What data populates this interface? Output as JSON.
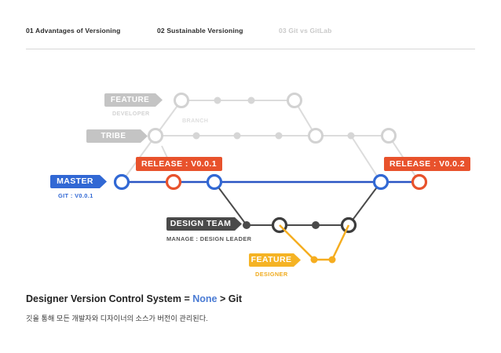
{
  "header": {
    "items": [
      {
        "label": "01 Advantages of Versioning",
        "state": "active"
      },
      {
        "label": "02 Sustainable Versioning",
        "state": "active"
      },
      {
        "label": "03 Git vs GitLab",
        "state": "dim"
      }
    ]
  },
  "diagram": {
    "lanes": [
      {
        "id": "feature-top",
        "tag": "FEATURE",
        "caption": "DEVELOPER",
        "color": "#c4c4c4"
      },
      {
        "id": "tribe",
        "tag": "TRIBE",
        "caption": "BRANCH",
        "color": "#c4c4c4"
      },
      {
        "id": "master",
        "tag": "MASTER",
        "caption": "GIT : V0.0.1",
        "color": "#3168d4"
      },
      {
        "id": "design-team",
        "tag": "DESIGN TEAM",
        "caption": "MANAGE : DESIGN LEADER",
        "color": "#4a4a4a"
      },
      {
        "id": "feature-bottom",
        "tag": "FEATURE",
        "caption": "DESIGNER",
        "color": "#f5b324"
      }
    ],
    "releases": [
      {
        "label": "RELEASE : V0.0.1",
        "color": "#e8522c"
      },
      {
        "label": "RELEASE : V0.0.2",
        "color": "#e8522c"
      }
    ],
    "colors": {
      "master_blue": "#3168d4",
      "release_orange": "#e8522c",
      "branch_gray": "#d6d6d6",
      "design_dark": "#4a4a4a",
      "designer_yellow": "#f5ad20"
    }
  },
  "footer": {
    "headline_before": "Designer Version Control System = ",
    "headline_accent": "None",
    "headline_after": " > Git",
    "subtitle": "깃을 통해 모든 개발자와 디자이너의 소스가 버전이 관리된다."
  }
}
